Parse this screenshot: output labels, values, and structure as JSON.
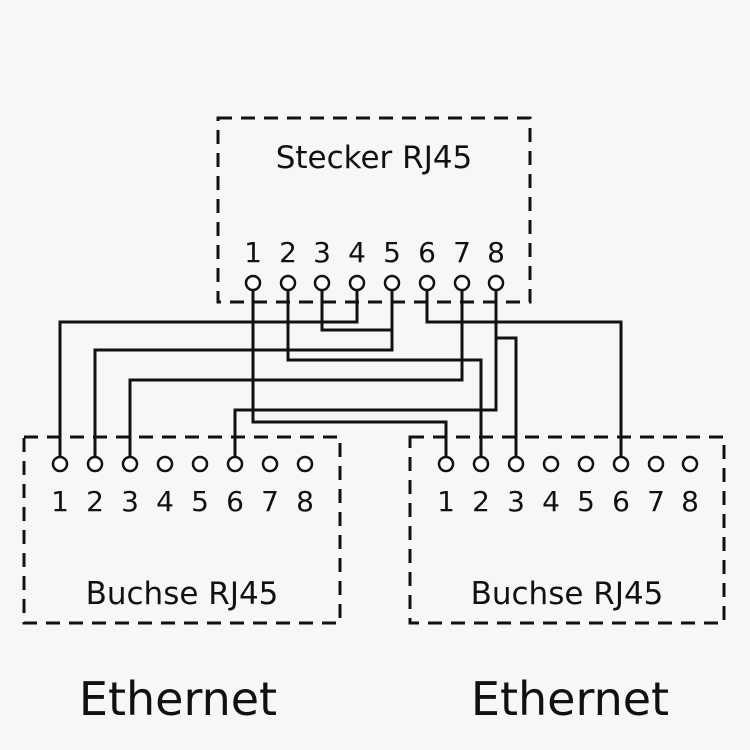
{
  "plug": {
    "title": "Stecker RJ45",
    "pins": [
      "1",
      "2",
      "3",
      "4",
      "5",
      "6",
      "7",
      "8"
    ]
  },
  "jacks": [
    {
      "title": "Buchse RJ45",
      "caption": "Ethernet",
      "pins": [
        "1",
        "2",
        "3",
        "4",
        "5",
        "6",
        "7",
        "8"
      ]
    },
    {
      "title": "Buchse RJ45",
      "caption": "Ethernet",
      "pins": [
        "1",
        "2",
        "3",
        "4",
        "5",
        "6",
        "7",
        "8"
      ]
    }
  ]
}
